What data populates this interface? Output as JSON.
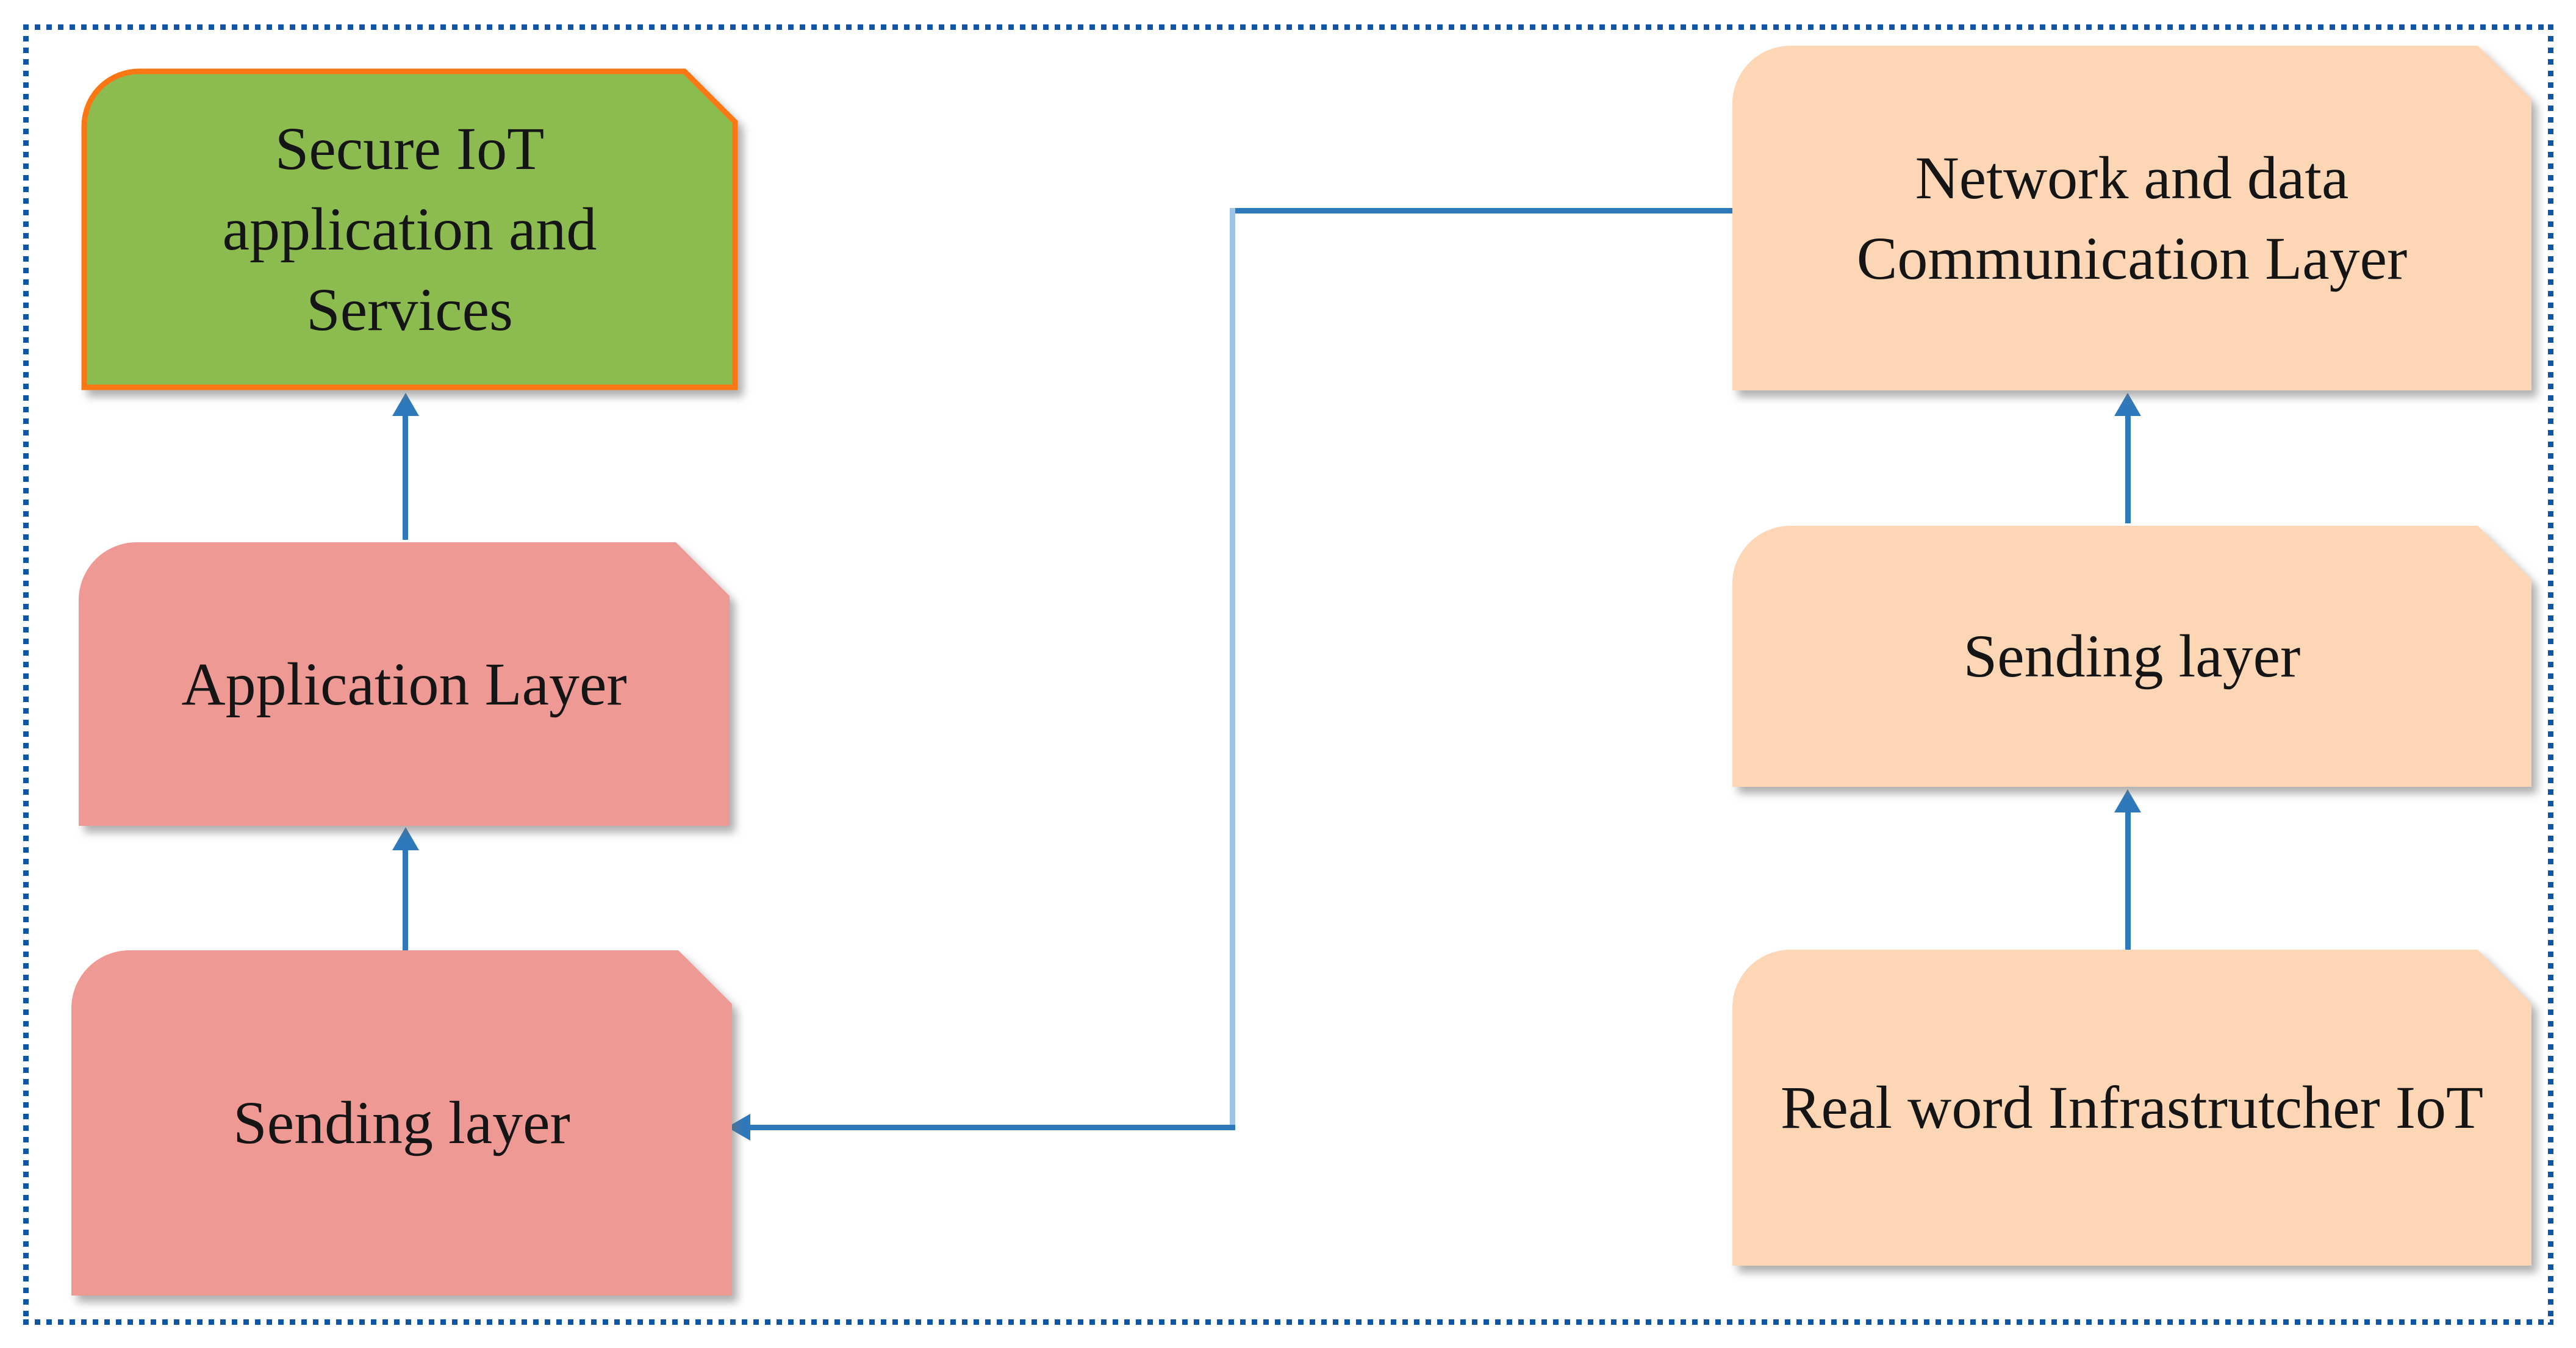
{
  "figure": {
    "type": "layered-iot-architecture-flow-diagram",
    "frame": {
      "dot_color": "#0E56A5"
    },
    "colors": {
      "connector": "#2E79BC",
      "connector_light": "#9DC3E6",
      "text": "#151515"
    },
    "nodes": [
      {
        "id": "secure-iot-application-services",
        "label": "Secure IoT application and Services",
        "fill": "#8CBC4F",
        "stroke": "#FB7713"
      },
      {
        "id": "application-layer",
        "label": "Application Layer",
        "fill": "#EF9995"
      },
      {
        "id": "sending-layer-left",
        "label": "Sending layer",
        "fill": "#EF9995"
      },
      {
        "id": "network-and-data-communication-layer",
        "label": "Network and data Communication Layer",
        "fill": "#FDD6B6"
      },
      {
        "id": "sending-layer-right",
        "label": "Sending layer",
        "fill": "#FDD6B6"
      },
      {
        "id": "real-world-infrastructure-iot",
        "label": "Real word Infrastrutcher IoT",
        "fill": "#FDD6B6"
      }
    ],
    "connectors": [
      {
        "from": "sending-layer-left",
        "to": "application-layer",
        "direction": "up"
      },
      {
        "from": "application-layer",
        "to": "secure-iot-application-services",
        "direction": "up"
      },
      {
        "from": "real-world-infrastructure-iot",
        "to": "sending-layer-right",
        "direction": "up"
      },
      {
        "from": "sending-layer-right",
        "to": "network-and-data-communication-layer",
        "direction": "up"
      },
      {
        "from": "network-and-data-communication-layer",
        "to": "sending-layer-left",
        "direction": "left-elbow"
      }
    ]
  }
}
